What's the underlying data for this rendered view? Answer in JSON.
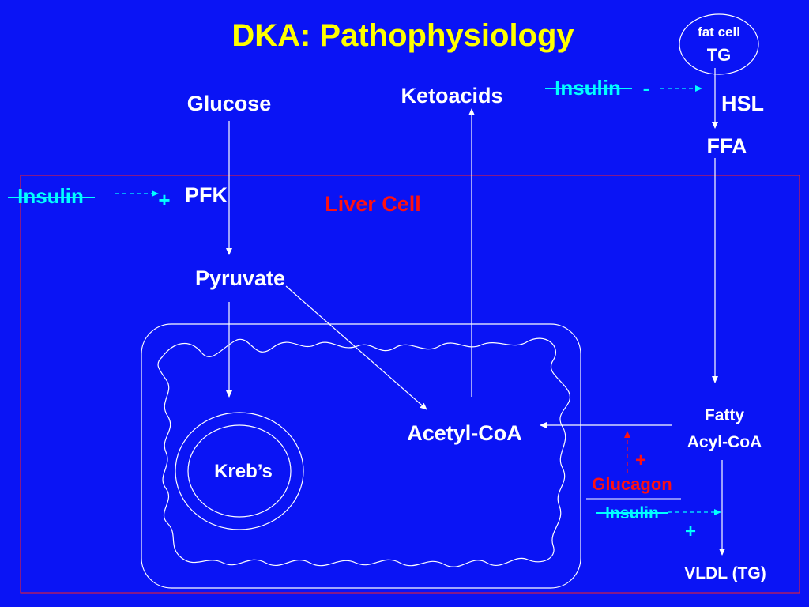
{
  "colors": {
    "background": "#0a14f5",
    "title": "#ffff00",
    "text": "#ffffff",
    "liver_label": "#ff1010",
    "insulin": "#00ffff",
    "glucagon": "#ff1010",
    "cell_border": "#ff2020"
  },
  "title": "DKA: Pathophysiology",
  "fat_cell": {
    "line1": "fat cell",
    "line2": "TG"
  },
  "labels": {
    "glucose": "Glucose",
    "ketoacids": "Ketoacids",
    "hsl": "HSL",
    "ffa": "FFA",
    "pfk": "PFK",
    "liver_cell": "Liver Cell",
    "pyruvate": "Pyruvate",
    "acetyl_coa": "Acetyl-CoA",
    "krebs": "Kreb’s",
    "fatty_acyl_coa_1": "Fatty",
    "fatty_acyl_coa_2": "Acyl-CoA",
    "vldl": "VLDL (TG)"
  },
  "regulators": {
    "insulin_hsl": "Insulin",
    "insulin_hsl_sign": "-",
    "insulin_pfk": "Insulin",
    "insulin_pfk_sign": "+",
    "glucagon": "Glucagon",
    "glucagon_sign": "+",
    "insulin_vldl": "Insulin",
    "insulin_vldl_sign": "+"
  }
}
